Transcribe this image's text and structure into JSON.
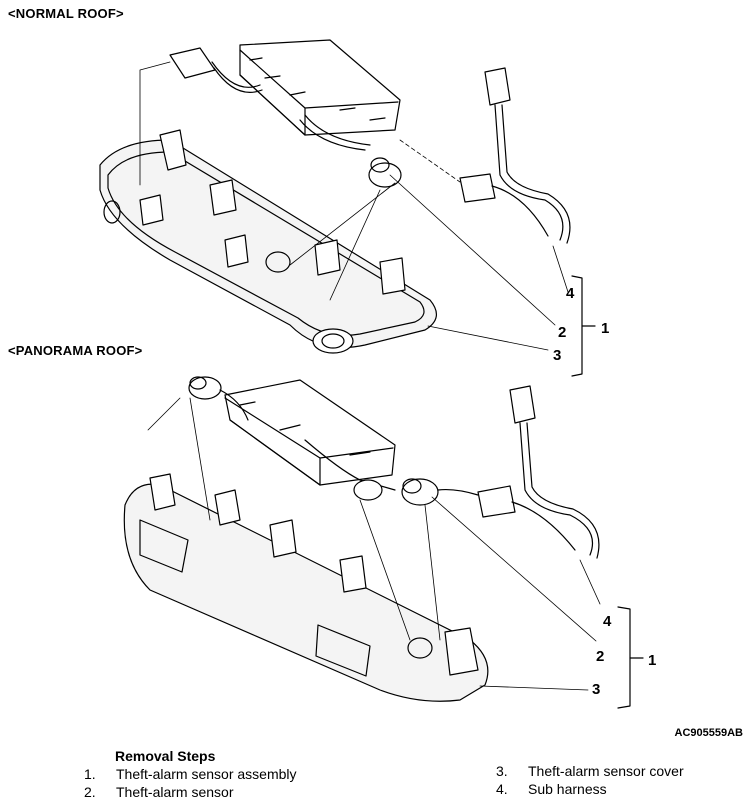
{
  "sections": {
    "normal": {
      "title": "<NORMAL ROOF>",
      "callouts": [
        "4",
        "2",
        "1",
        "3"
      ]
    },
    "panorama": {
      "title": "<PANORAMA ROOF>",
      "callouts": [
        "4",
        "2",
        "1",
        "3"
      ]
    }
  },
  "figure_id": "AC905559AB",
  "removal_steps": {
    "title": "Removal Steps",
    "steps": [
      {
        "num": "1.",
        "label": "Theft-alarm sensor assembly"
      },
      {
        "num": "2.",
        "label": "Theft-alarm sensor"
      },
      {
        "num": "3.",
        "label": "Theft-alarm sensor cover"
      },
      {
        "num": "4.",
        "label": "Sub harness"
      }
    ]
  }
}
